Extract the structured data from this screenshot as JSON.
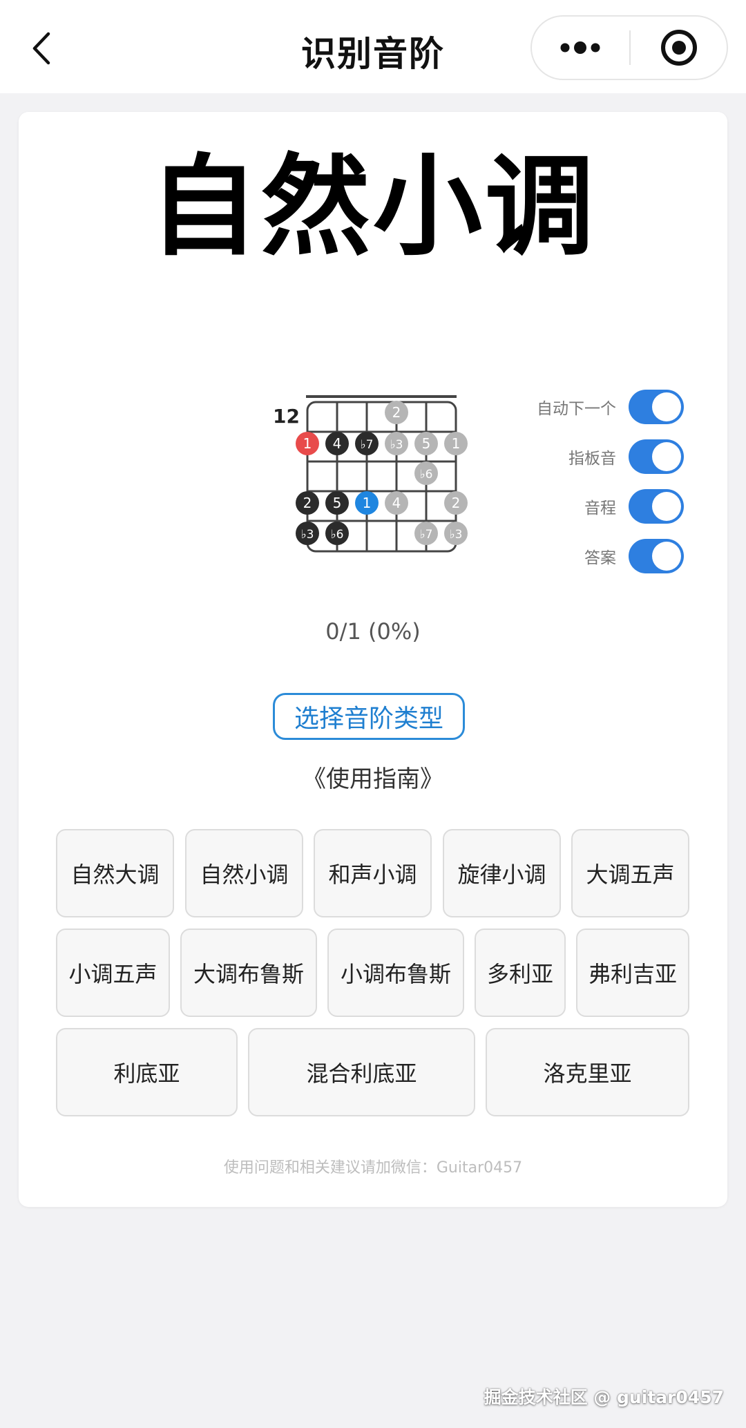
{
  "nav": {
    "title": "识别音阶",
    "back_icon": "chevron-left-icon",
    "more_icon": "more-dots-icon",
    "target_icon": "target-icon"
  },
  "main": {
    "scale_name": "自然小调",
    "fret_number": "12",
    "fretboard_dots": [
      {
        "label": "2",
        "color": "#b5b5b5"
      },
      {
        "label": "1",
        "color": "#e84b4b"
      },
      {
        "label": "4",
        "color": "#2b2b2b"
      },
      {
        "label": "♭7",
        "color": "#2b2b2b"
      },
      {
        "label": "♭3",
        "color": "#b5b5b5"
      },
      {
        "label": "5",
        "color": "#b5b5b5"
      },
      {
        "label": "1",
        "color": "#b5b5b5"
      },
      {
        "label": "♭6",
        "color": "#b5b5b5"
      },
      {
        "label": "2",
        "color": "#2b2b2b"
      },
      {
        "label": "5",
        "color": "#2b2b2b"
      },
      {
        "label": "1",
        "color": "#1f86e0"
      },
      {
        "label": "4",
        "color": "#b5b5b5"
      },
      {
        "label": "2",
        "color": "#b5b5b5"
      },
      {
        "label": "♭3",
        "color": "#2b2b2b"
      },
      {
        "label": "♭6",
        "color": "#2b2b2b"
      },
      {
        "label": "♭7",
        "color": "#b5b5b5"
      },
      {
        "label": "♭3",
        "color": "#b5b5b5"
      }
    ],
    "toggles": [
      {
        "label": "自动下一个",
        "on": true
      },
      {
        "label": "指板音",
        "on": true
      },
      {
        "label": "音程",
        "on": true
      },
      {
        "label": "答案",
        "on": true
      }
    ],
    "score": "0/1 (0%)",
    "choose_button": "选择音阶类型",
    "guide_link": "《使用指南》",
    "scale_buttons": [
      "自然大调",
      "自然小调",
      "和声小调",
      "旋律小调",
      "大调五声",
      "小调五声",
      "大调布鲁斯",
      "小调布鲁斯",
      "多利亚",
      "弗利吉亚",
      "利底亚",
      "混合利底亚",
      "洛克里亚"
    ],
    "footer_note": "使用问题和相关建议请加微信：Guitar0457"
  },
  "watermark": "掘金技术社区 @ guitar0457",
  "colors": {
    "accent": "#2e7fe0",
    "root": "#e84b4b",
    "dark_dot": "#2b2b2b",
    "light_dot": "#b5b5b5",
    "highlight_dot": "#1f86e0"
  }
}
